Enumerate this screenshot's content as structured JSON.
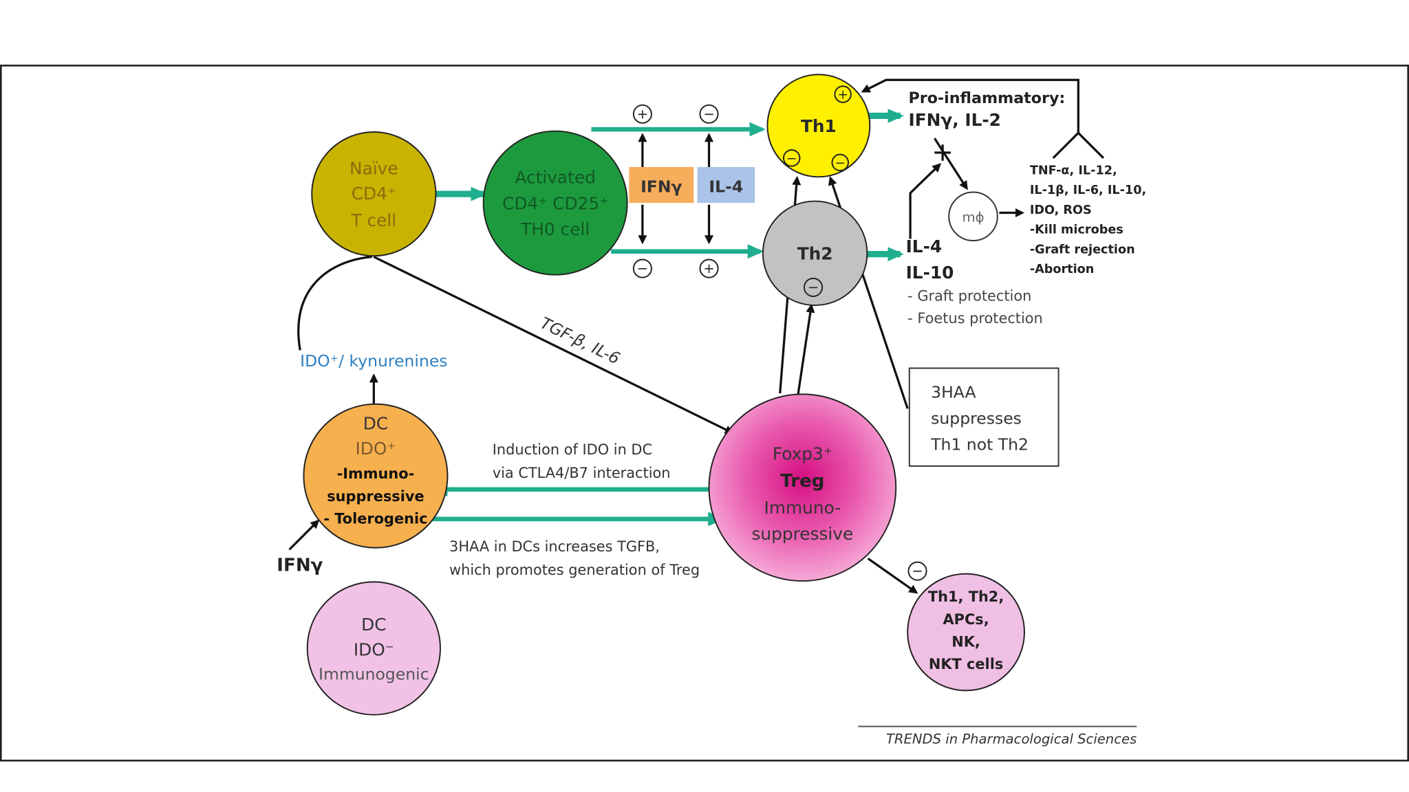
{
  "nodes": {
    "naive": {
      "line1": "Naïve",
      "line2": "CD4⁺",
      "line3": "T cell"
    },
    "activated": {
      "line1": "Activated",
      "line2": "CD4⁺ CD25⁺",
      "line3": "TH0 cell"
    },
    "th1": {
      "label": "Th1"
    },
    "th2": {
      "label": "Th2"
    },
    "macrophage": {
      "label": "mϕ"
    },
    "dc_ido_pos": {
      "line1": "DC",
      "line2": "IDO⁺",
      "line3": "-Immuno-",
      "line4": "suppressive",
      "line5": "- Tolerogenic"
    },
    "dc_ido_neg": {
      "line1": "DC",
      "line2": "IDO⁻",
      "line3": "Immunogenic"
    },
    "treg": {
      "line1": "Foxp3⁺",
      "line2": "Treg",
      "line3": "Immuno-",
      "line4": "suppressive"
    },
    "targets": {
      "line1": "Th1, Th2,",
      "line2": "APCs,",
      "line3": "NK,",
      "line4": "NKT cells"
    }
  },
  "cytokine_boxes": {
    "ifng": "IFNγ",
    "il4": "IL-4"
  },
  "signs": {
    "plus": "+",
    "minus": "−"
  },
  "labels": {
    "pro_inflammatory": "Pro-inflammatory:",
    "ifng_il2": "IFNγ, IL-2",
    "effects": [
      "TNF-α, IL-12,",
      "IL-1β, IL-6, IL-10,",
      "IDO, ROS",
      "-Kill microbes",
      "-Graft rejection",
      "-Abortion"
    ],
    "il4": "IL-4",
    "il10": "IL-10",
    "graft_protection": "- Graft protection",
    "foetus_protection": "- Foetus protection",
    "tgf": "TGF-β, IL-6",
    "ido_kyn": "IDO⁺/ kynurenines",
    "ifng_dc": "IFNγ",
    "induction_line1": "Induction of IDO in DC",
    "induction_line2": "via CTLA4/B7 interaction",
    "haa_line1": "3HAA in DCs increases TGFB,",
    "haa_line2": "which promotes generation of Treg",
    "box_line1": "3HAA",
    "box_line2": "suppresses",
    "box_line3": "Th1 not Th2",
    "source": "TRENDS in Pharmacological Sciences"
  },
  "colors": {
    "teal": "#1fae8e",
    "naive": "#c8b400",
    "activated": "#1e9a3e",
    "th1": "#fff000",
    "th2": "#c2c2c2",
    "dc_ido_pos": "#f6b04e",
    "dc_ido_neg": "#f2c2e6",
    "treg": "#e54aa5",
    "targets": "#f0bfe4",
    "ifng_box": "#f7ae5b",
    "il4_box": "#a9c4e8",
    "ido_text": "#2d7fc1"
  }
}
